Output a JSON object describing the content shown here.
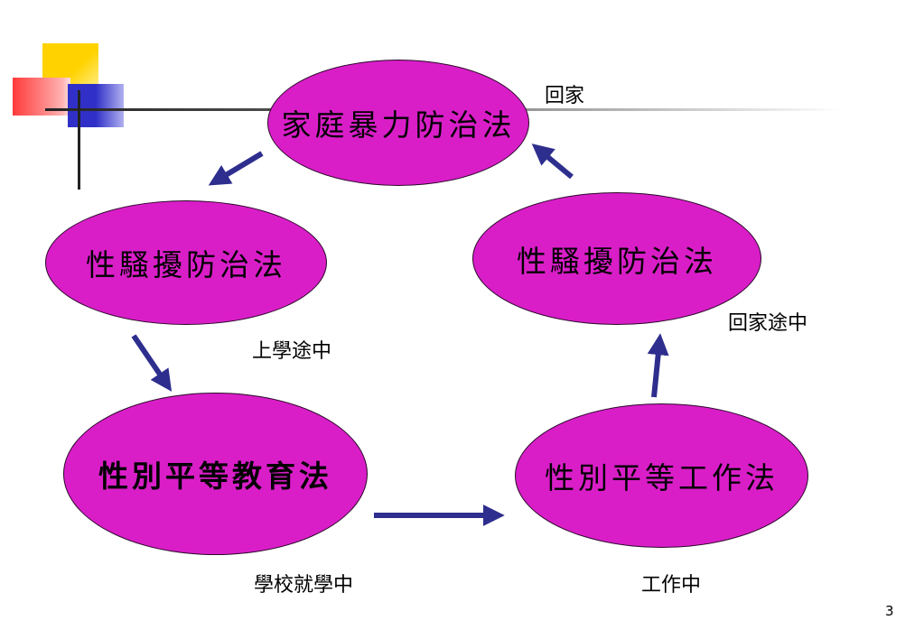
{
  "nodes": {
    "top": "家庭暴力防治法",
    "left_upper": "性騷擾防治法",
    "right_upper": "性騷擾防治法",
    "left_lower": "性別平等教育法",
    "right_lower": "性別平等工作法"
  },
  "labels": {
    "home": "回家",
    "to_school": "上學途中",
    "way_home": "回家途中",
    "at_school": "學校就學中",
    "at_work": "工作中"
  },
  "page_number": "3",
  "colors": {
    "ellipse_fill": "#d91ec8",
    "arrow": "#2e2e8e"
  }
}
